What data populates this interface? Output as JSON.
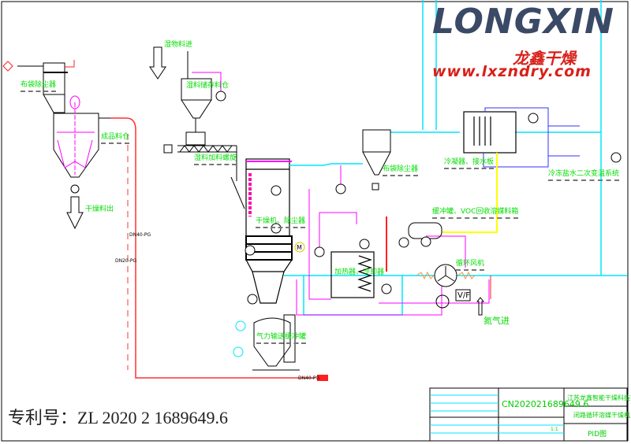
{
  "logo": {
    "brand": "LONGXIN",
    "brand_cn": "龙鑫干燥",
    "url": "www.lxzndry.com"
  },
  "patent_text": "专利号：ZL 2020 2 1689649.6",
  "labels": {
    "bag_filter_left": "布袋除尘器",
    "product_silo": "成品料仓",
    "dry_product_out": "干燥料出",
    "wet_material_in": "湿物料进",
    "wet_storage_hopper": "湿料储存料仓",
    "wet_feed_screw": "湿料加料螺旋",
    "dryer_dust_collector": "干燥机、除尘器",
    "bag_filter_mid": "布袋除尘器",
    "condenser_tray": "冷凝器、接水板",
    "chilled_brine_system": "冷冻盐水二次变温系统",
    "buffer_tank": "缓冲罐、VOC回收溶媒料箱",
    "circulating_fan": "循环风机",
    "heater_cooler": "加热器、冷却器",
    "pneumatic_tank": "气力输送缓冲罐",
    "nitrogen_in": "氮气进",
    "vf": "V/F",
    "motor": "M",
    "pipe_dn40_top": "DN40-PG",
    "pipe_dn20": "DN20-PG",
    "pipe_dn40_bottom": "DN40-PG"
  },
  "title_block": {
    "drawing_no": "CN202021689649.6",
    "company": "江苏龙鑫智能干燥科技有限公司",
    "product": "闭路循环溶媒干燥机",
    "drawing_type": "PID图",
    "scale": "1:1"
  },
  "colors": {
    "steam": "#ff3030",
    "cooling": "#00e5ff",
    "signal": "#ff00ff",
    "condensate": "#ffff00",
    "brine": "#3030ff",
    "label": "#00dd00"
  }
}
